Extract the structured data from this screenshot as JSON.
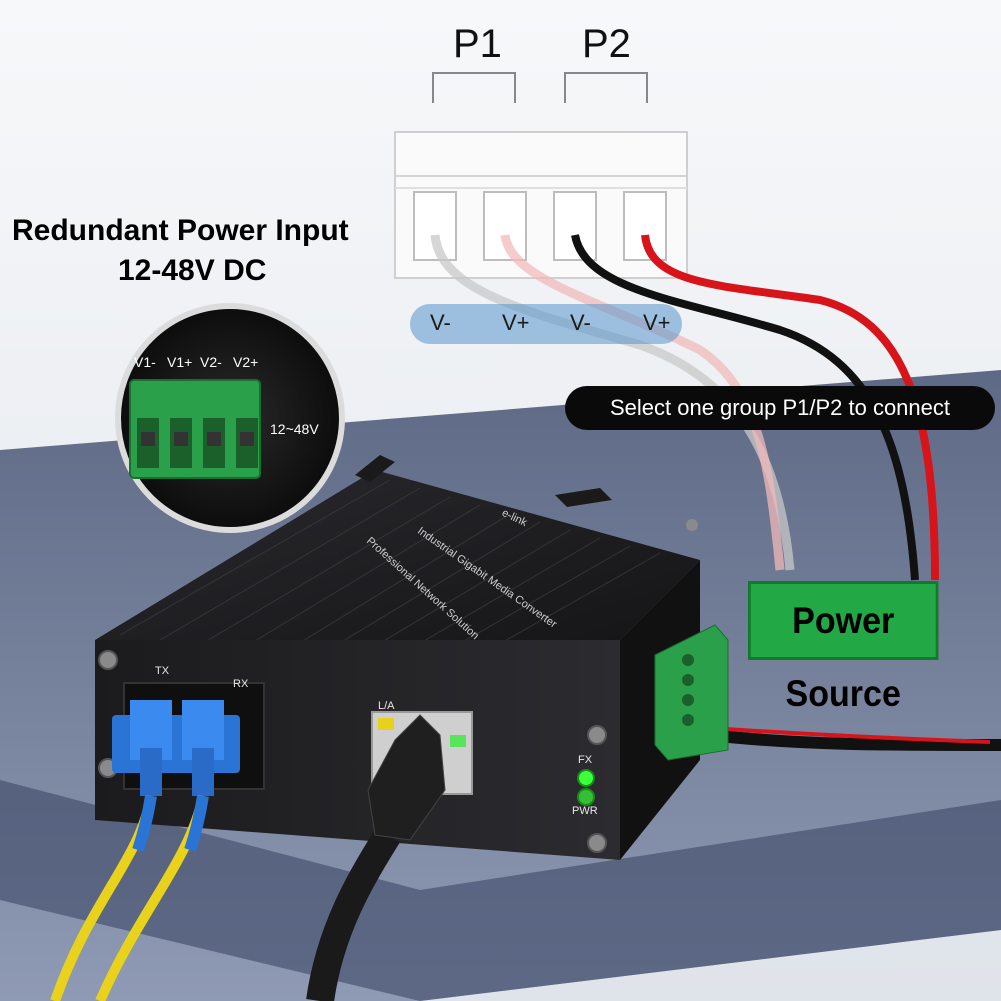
{
  "heading": {
    "line1": "Redundant Power Input",
    "line2": "12-48V DC"
  },
  "groups": [
    "P1",
    "P2"
  ],
  "polarity_labels": [
    "V-",
    "V+",
    "V-",
    "V+"
  ],
  "select_note": "Select one group P1/P2 to connect",
  "power_source_label": "Power Source",
  "terminal_block": {
    "pins": [
      "V1-",
      "V1+",
      "V2-",
      "V2+"
    ],
    "range": "12~48V"
  },
  "device": {
    "brand": "e-link",
    "product_text": "Industrial Gigabit Media Converter",
    "solution_text": "Professional Network Solution",
    "fiber_ports": [
      "TX",
      "RX"
    ],
    "ethernet_port": "L/A",
    "leds": [
      "FX",
      "PWR"
    ]
  },
  "colors": {
    "terminal_green": "#2aa04a",
    "power_source_green": "#22a845",
    "wire_red": "#d8141b",
    "wire_black": "#111111",
    "fiber_yellow": "#e8d21c",
    "connector_blue": "#2a74d6",
    "led_green": "#3cff3c"
  }
}
